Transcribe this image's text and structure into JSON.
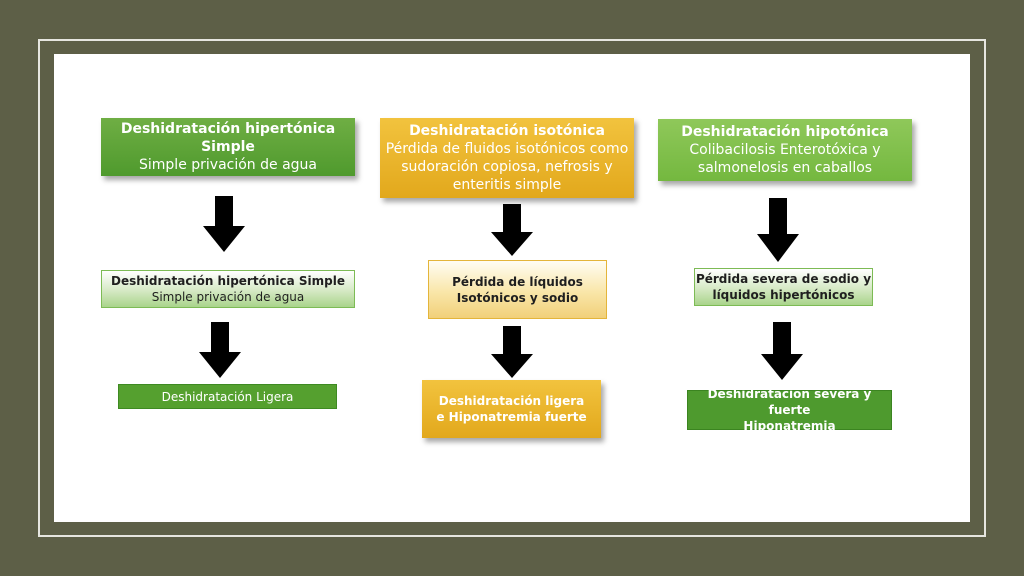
{
  "columns": [
    {
      "top": {
        "title": "Deshidratación hipertónica",
        "line2": "Simple",
        "line3": "Simple privación de agua"
      },
      "middle": {
        "line1": "Deshidratación hipertónica Simple",
        "line2": "Simple privación de agua"
      },
      "bottom": {
        "line1": "Deshidratación Ligera"
      }
    },
    {
      "top": {
        "title": "Deshidratación isotónica",
        "line2": "Pérdida de fluidos isotónicos como",
        "line3": "sudoración copiosa, nefrosis y",
        "line4": "enteritis simple"
      },
      "middle": {
        "line1": "Pérdida de líquidos",
        "line2": "Isotónicos y sodio"
      },
      "bottom": {
        "line1": "Deshidratación ligera",
        "line2": "e Hiponatremia fuerte"
      }
    },
    {
      "top": {
        "title": "Deshidratación  hipotónica",
        "line2": "Colibacilosis Enterotóxica y",
        "line3": "salmonelosis en caballos"
      },
      "middle": {
        "line1": "Pérdida severa de sodio y",
        "line2": "líquidos hipertónicos"
      },
      "bottom": {
        "line1": "Deshidratación severa y fuerte",
        "line2": "Hiponatremia"
      }
    }
  ]
}
